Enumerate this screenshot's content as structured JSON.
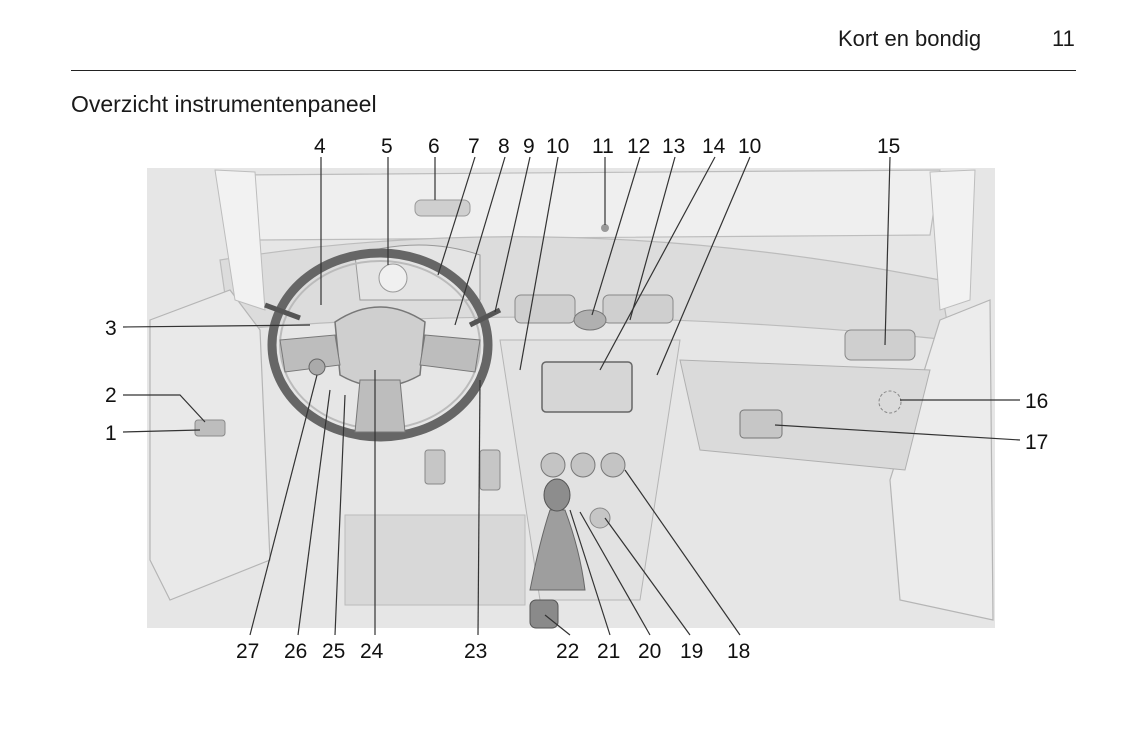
{
  "header": {
    "title": "Kort en bondig",
    "page_number": "11"
  },
  "section": {
    "title": "Overzicht instrumentenpaneel"
  },
  "callouts": [
    "1",
    "2",
    "3",
    "4",
    "5",
    "6",
    "7",
    "8",
    "9",
    "10",
    "11",
    "12",
    "13",
    "14",
    "10",
    "15",
    "16",
    "17",
    "18",
    "19",
    "20",
    "21",
    "22",
    "23",
    "24",
    "25",
    "26",
    "27"
  ],
  "illustration": {
    "icon": "dashboard-illustration-icon"
  }
}
